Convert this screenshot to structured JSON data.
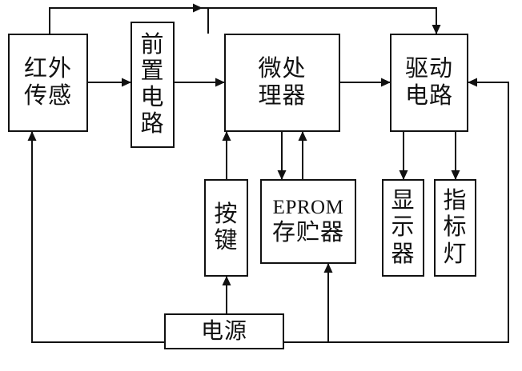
{
  "boxes": {
    "infrared_sensor": {
      "label": "红外传感",
      "lines": [
        "红外",
        "传感"
      ]
    },
    "preamp_circuit": {
      "label": "前置电路",
      "lines": [
        "前",
        "置",
        "电",
        "路"
      ]
    },
    "microprocessor": {
      "label": "微处理器",
      "lines": [
        "微处",
        "理器"
      ]
    },
    "driver_circuit": {
      "label": "驱动电路",
      "lines": [
        "驱动",
        "电路"
      ]
    },
    "keys": {
      "label": "按键",
      "lines": [
        "按",
        "键"
      ]
    },
    "eprom_memory": {
      "label": "EPROM存贮器",
      "lines": [
        "EPROM",
        "存贮器"
      ]
    },
    "display": {
      "label": "显示器",
      "lines": [
        "显",
        "示",
        "器"
      ]
    },
    "indicator_lamp": {
      "label": "指标灯",
      "lines": [
        "指",
        "标",
        "灯"
      ]
    },
    "power_supply": {
      "label": "电源",
      "lines": [
        "电源"
      ]
    }
  },
  "connections": [
    {
      "from": "红外传感",
      "to": "前置电路"
    },
    {
      "from": "前置电路",
      "to": "微处理器"
    },
    {
      "from": "微处理器",
      "to": "驱动电路"
    },
    {
      "from": "红外传感",
      "to": "驱动电路",
      "path": "top bus, taps 微处理器"
    },
    {
      "from": "微处理器",
      "to": "EPROM存贮器"
    },
    {
      "from": "EPROM存贮器",
      "to": "微处理器"
    },
    {
      "from": "按键",
      "to": "微处理器"
    },
    {
      "from": "驱动电路",
      "to": "显示器"
    },
    {
      "from": "驱动电路",
      "to": "指标灯"
    },
    {
      "from": "电源",
      "to": "红外传感",
      "path": "left side"
    },
    {
      "from": "电源",
      "to": "按键"
    },
    {
      "from": "电源",
      "to": "EPROM存贮器"
    },
    {
      "from": "电源",
      "to": "驱动电路",
      "path": "right side"
    }
  ],
  "colors": {
    "line": "#111111",
    "background": "#ffffff"
  }
}
